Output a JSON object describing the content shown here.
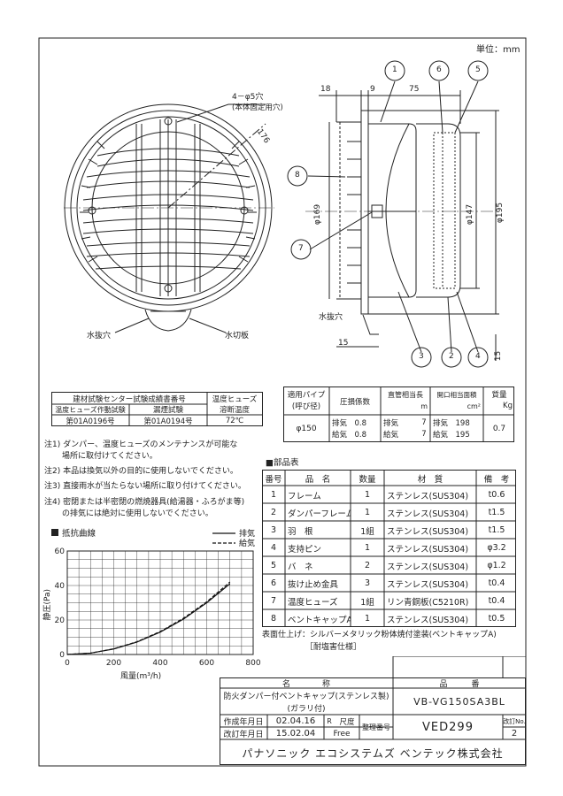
{
  "unit": "単位：mm",
  "drawing": {
    "front": {
      "hole_note": "4－φ5穴",
      "hole_sub": "(本体固定用穴)",
      "dia_176": "176",
      "drain_hole": "水抜穴",
      "water_plate": "水切板"
    },
    "side": {
      "dim_18": "18",
      "dim_9": "9",
      "dim_75": "75",
      "dia_169": "φ169",
      "dia_147": "φ147",
      "dia_195": "φ195",
      "drain_hole": "水抜穴",
      "dim_15a": "15",
      "dim_15b": "15",
      "balloons": [
        "1",
        "6",
        "5",
        "8",
        "7",
        "3",
        "2",
        "4"
      ]
    }
  },
  "test_table": {
    "title": "建材試験センター試験成績書番号",
    "headers": [
      "温度ヒューズ作動試験",
      "漏煙試験"
    ],
    "values": [
      "第01A0196号",
      "第01A0194号"
    ],
    "fuse_header": [
      "温度ヒューズ",
      "溶断温度"
    ],
    "fuse_value": "72℃"
  },
  "spec_table": {
    "h_pipe": [
      "適用パイプ",
      "(呼び径)"
    ],
    "h_loss": "圧損係数",
    "h_duct": [
      "直管相当長",
      "m"
    ],
    "h_area": [
      "開口相当面積",
      "cm²"
    ],
    "h_mass": [
      "質量",
      "Kg"
    ],
    "pipe": "φ150",
    "loss": [
      "排気　0.8",
      "給気　0.8"
    ],
    "duct": [
      "排気",
      "給気"
    ],
    "duct_val": [
      "7",
      "7"
    ],
    "area": [
      "排気　198",
      "給気　195"
    ],
    "mass": "0.7"
  },
  "notes": [
    "注1) ダンパー、温度ヒューズのメンテナンスが可能な",
    "場所に取付けてください。",
    "注2) 本品は換気以外の目的に使用しないでください。",
    "注3) 直接雨水が当たらない場所に取り付けてください。",
    "注4) 密閉または半密閉の燃焼器具(給湯器・ふろがま等)",
    "の排気には絶対に使用しないでください。"
  ],
  "parts": {
    "title": "■部品表",
    "headers": [
      "番号",
      "品　名",
      "数量",
      "材　質",
      "備　考"
    ],
    "rows": [
      [
        "1",
        "フレーム",
        "1",
        "ステンレス(SUS304)",
        "t0.6"
      ],
      [
        "2",
        "ダンパーフレーム",
        "1",
        "ステンレス(SUS304)",
        "t1.5"
      ],
      [
        "3",
        "羽　根",
        "1組",
        "ステンレス(SUS304)",
        "t1.5"
      ],
      [
        "4",
        "支持ピン",
        "1",
        "ステンレス(SUS304)",
        "φ3.2"
      ],
      [
        "5",
        "バ　ネ",
        "2",
        "ステンレス(SUS304)",
        "φ1.2"
      ],
      [
        "6",
        "抜け止め金具",
        "3",
        "ステンレス(SUS304)",
        "t0.4"
      ],
      [
        "7",
        "温度ヒューズ",
        "1組",
        "リン青銅板(C5210R)",
        "t0.4"
      ],
      [
        "8",
        "ベントキャップA",
        "1",
        "ステンレス(SUS304)",
        "t0.5"
      ]
    ],
    "finish": "表面仕上げ：シルバーメタリック粉体焼付塗装(ベントキャップA)",
    "finish_sub": "［耐塩害仕様］"
  },
  "chart_data": {
    "type": "line",
    "title": "■抵抗曲線",
    "xlabel": "風量(m³/h)",
    "ylabel": "静圧(Pa)",
    "x_ticks": [
      "0",
      "200",
      "400",
      "600",
      "800"
    ],
    "y_ticks": [
      "0",
      "20",
      "40",
      "60"
    ],
    "xlim": [
      0,
      800
    ],
    "ylim": [
      0,
      60
    ],
    "grid": true,
    "legend": "top-right",
    "series": [
      {
        "name": "排気",
        "style": "solid",
        "x": [
          0,
          100,
          200,
          300,
          400,
          500,
          600,
          700
        ],
        "y": [
          0,
          0.8,
          3.2,
          7.2,
          13,
          20.5,
          30,
          41
        ]
      },
      {
        "name": "給気",
        "style": "dashed",
        "x": [
          0,
          100,
          200,
          300,
          400,
          500,
          600,
          700
        ],
        "y": [
          0,
          0.8,
          3.3,
          7.4,
          13.3,
          21,
          30.5,
          42
        ]
      }
    ]
  },
  "title_block": {
    "name_header": "名　　　　称",
    "code_header": "品　　　番",
    "name": [
      "防火ダンパー付ベントキャップ(ステンレス製)",
      "(ガラリ付)"
    ],
    "code": "VB-VG150SA3BL",
    "created_label": "作成年月日",
    "created": "02.04.16",
    "mark_r": "R",
    "scale_label": "尺度",
    "revised_label": "改訂年月日",
    "revised": "15.02.04",
    "scale": "Free",
    "mgmt_label": "整理番号",
    "mgmt": "VED299",
    "rev_label": "改訂No.",
    "rev": "2",
    "company": "パナソニック エコシステムズ ベンテック株式会社"
  }
}
